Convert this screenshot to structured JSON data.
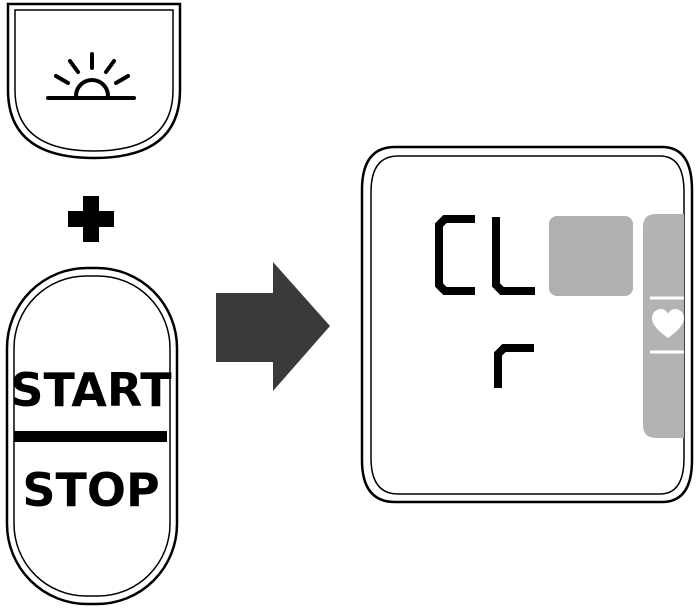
{
  "buttons": {
    "sun_button": {
      "icon": "sunrise-icon"
    },
    "plus_sign": {
      "icon": "plus-icon"
    },
    "start_stop_button": {
      "start_label": "START",
      "stop_label": "STOP"
    }
  },
  "arrow": {
    "icon": "arrow-right-icon"
  },
  "display": {
    "line1": "CL",
    "line2": "r",
    "side_icon": "heart-icon"
  },
  "colors": {
    "outline": "#000000",
    "arrow": "#3a3a3a",
    "lcd_segment_block": "#b0b0b0",
    "side_bar": "#b3b3b3",
    "heart_fill": "#ffffff"
  }
}
